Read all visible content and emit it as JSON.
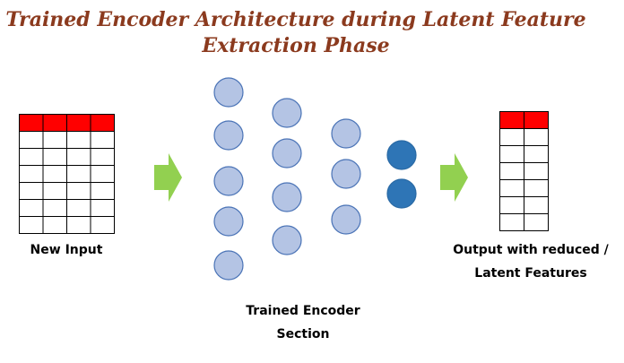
{
  "title": {
    "line1": "Trained Encoder Architecture during Latent Feature",
    "line2": "Extraction Phase"
  },
  "labels": {
    "input": "New Input",
    "encoder_line1": "Trained Encoder",
    "encoder_line2": "Section",
    "output_line1": "Output with reduced /",
    "output_line2": "Latent Features"
  },
  "network": {
    "layers": [
      5,
      4,
      3,
      2
    ],
    "latent_layer_index": 3
  },
  "input_table": {
    "rows": 7,
    "cols": 4,
    "header_rows": 1
  },
  "output_table": {
    "rows": 7,
    "cols": 2,
    "header_rows": 1
  },
  "colors": {
    "title": "#8B3A1E",
    "header_cell": "#FF0000",
    "neuron_fill": "#B4C4E4",
    "neuron_stroke": "#4A73B6",
    "latent_fill": "#2E75B6",
    "latent_stroke": "#2A6AA5",
    "arrow": "#92D050",
    "grid": "#000000"
  },
  "icons": {
    "arrow": "right-arrow-icon"
  }
}
